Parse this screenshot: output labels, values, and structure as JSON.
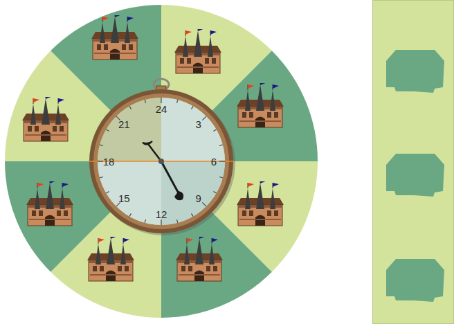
{
  "diagram": {
    "labels": [
      "24",
      "3",
      "6",
      "9",
      "12",
      "15",
      "18",
      "21"
    ]
  }
}
